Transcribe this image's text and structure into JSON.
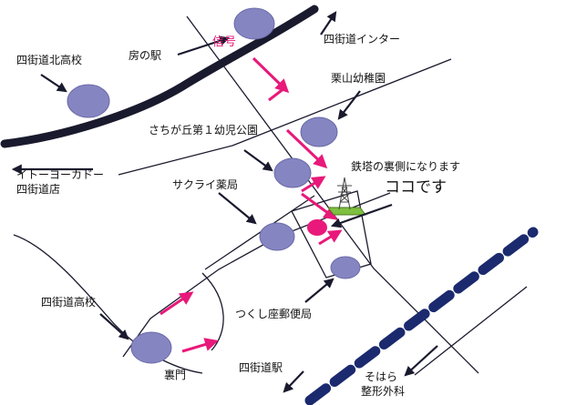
{
  "labels": {
    "station_fusa": "房の駅",
    "signal": "信号",
    "ic": "四街道インター",
    "kita_high": "四街道北高校",
    "kuriyama": "栗山幼稚園",
    "sachigaoka_park": "さちが丘第１幼児公園",
    "itoyokado": "イトーヨーカドー",
    "itoyokado_branch": "四街道店",
    "tower_back": "鉄塔の裏側になります",
    "sakurai": "サクライ薬局",
    "here": "ココです",
    "high_school": "四街道高校",
    "post_office": "つくし座郵便局",
    "station": "四街道駅",
    "back_gate": "裏門",
    "sohara1": "そはら",
    "sohara2": "整形外科"
  },
  "colors": {
    "road": "#1a1a2e",
    "route": "#e8197a",
    "landmark": "#8585c2",
    "destination": "#e8197a",
    "rail": "#1b2a6e",
    "tower": "#7fbf3f"
  }
}
